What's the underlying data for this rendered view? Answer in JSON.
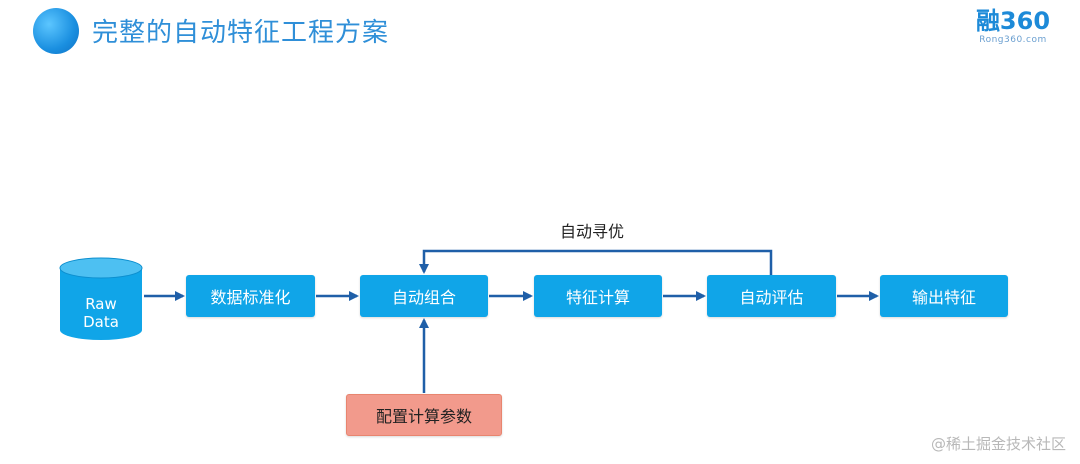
{
  "header": {
    "title": "完整的自动特征工程方案"
  },
  "logo": {
    "main": "融360",
    "sub": "Rong360.com"
  },
  "diagram": {
    "source": {
      "line1": "Raw",
      "line2": "Data"
    },
    "nodes": {
      "standardize": "数据标准化",
      "combine": "自动组合",
      "compute": "特征计算",
      "evaluate": "自动评估",
      "output": "输出特征",
      "config": "配置计算参数"
    },
    "loop_label": "自动寻优"
  },
  "watermark": "@稀土掘金技术社区",
  "colors": {
    "box_blue": "#10a5e8",
    "box_config": "#f29a8c",
    "arrow": "#1f5fa8",
    "title": "#2f8fd8"
  }
}
